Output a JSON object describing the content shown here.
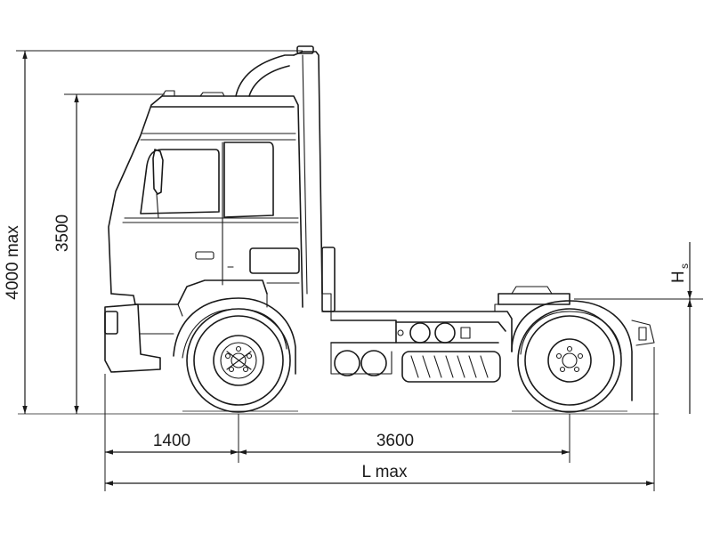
{
  "dimensions": {
    "overall_height": "4000 max",
    "cab_height": "3500",
    "front_overhang": "1400",
    "wheelbase": "3600",
    "overall_length": "L max",
    "fifth_wheel_height_main": "H",
    "fifth_wheel_height_sub": "s"
  }
}
